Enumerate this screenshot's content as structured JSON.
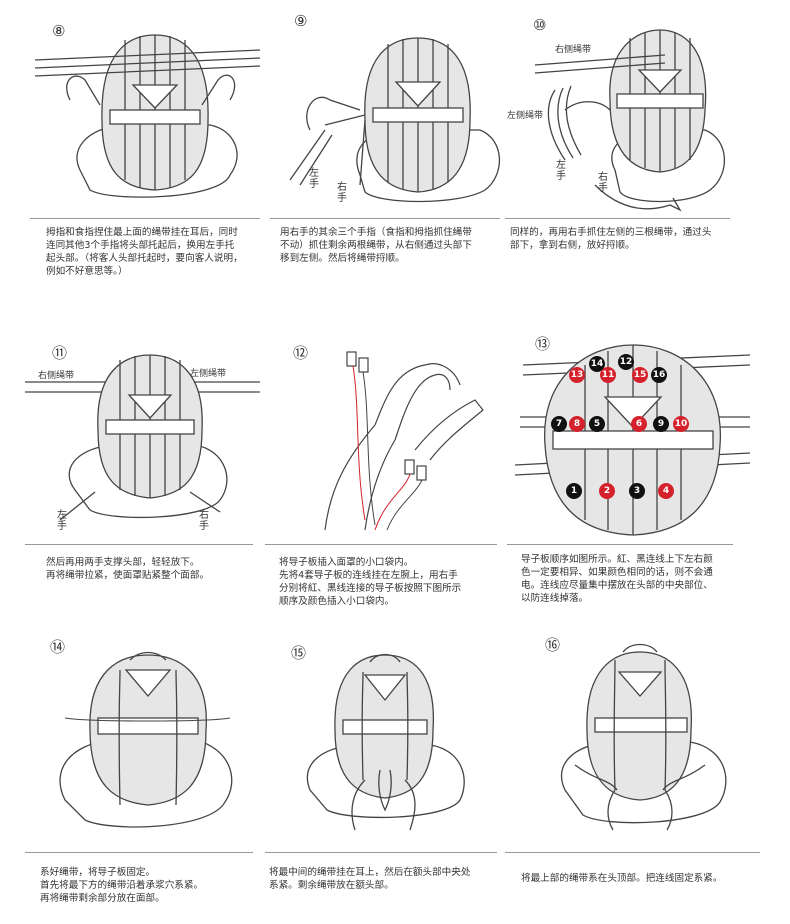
{
  "steps": [
    {
      "num": "⑧",
      "caption": "拇指和食指捏住最上面的绳带挂在耳后，同时\n连同其他3个手指将头部托起后，换用左手托\n起头部。（将客人头部托起时，要向客人说明，\n例如不好意思等。）"
    },
    {
      "num": "⑨",
      "caption": "用右手的其余三个手指（食指和拇指抓住绳带\n不动）抓住剩余两根绳带，从右侧通过头部下\n移到左侧。然后将绳带捋顺。",
      "labels": {
        "left_hand": "左手",
        "right_hand": "右手"
      }
    },
    {
      "num": "⑩",
      "caption": "同样的，再用右手抓住左侧的三根绳带，通过头\n部下，拿到右侧，放好捋顺。",
      "labels": {
        "right_strap": "右侧绳带",
        "left_strap": "左侧绳带",
        "left_hand": "左手",
        "right_hand": "右手"
      }
    },
    {
      "num": "⑪",
      "caption": "然后再用两手支撑头部，轻轻放下。\n再将绳带拉紧，使面罩贴紧整个面部。",
      "labels": {
        "right_strap": "右侧绳带",
        "left_strap": "左侧绳带",
        "left_hand": "左手",
        "right_hand": "右手"
      }
    },
    {
      "num": "⑫",
      "caption": "将导子板插入面罩的小口袋内。\n先将4套导子板的连线挂在左腕上，用右手\n分别将紅、黑线连接的导子板按照下图所示\n顺序及颜色插入小口袋内。"
    },
    {
      "num": "⑬",
      "caption": "导子板顺序如图所示。紅、黑连线上下左右颜\n色一定要相异、如果颜色相同的话，则不会通\n电。连线应尽量集中摆放在头部的中央部位、\n以防连线掉落。",
      "dots": [
        "14",
        "12",
        "13",
        "11",
        "15",
        "16",
        "7",
        "8",
        "5",
        "6",
        "9",
        "10",
        "1",
        "2",
        "3",
        "4"
      ]
    },
    {
      "num": "⑭",
      "caption": "系好绳带，将导子板固定。\n首先将最下方的绳带沿着承浆穴系紧。\n再将绳带剩余部分放在面部。"
    },
    {
      "num": "⑮",
      "caption": "将最中间的绳带挂在耳上，然后在额头部中央处\n系紧。剩余绳带放在额头部。"
    },
    {
      "num": "⑯",
      "caption": "将最上部的绳带系在头顶部。把连线固定系紧。"
    }
  ],
  "colors": {
    "red": "#d4212b",
    "black": "#111111",
    "line": "#444444",
    "fill": "#e6e6e6"
  }
}
